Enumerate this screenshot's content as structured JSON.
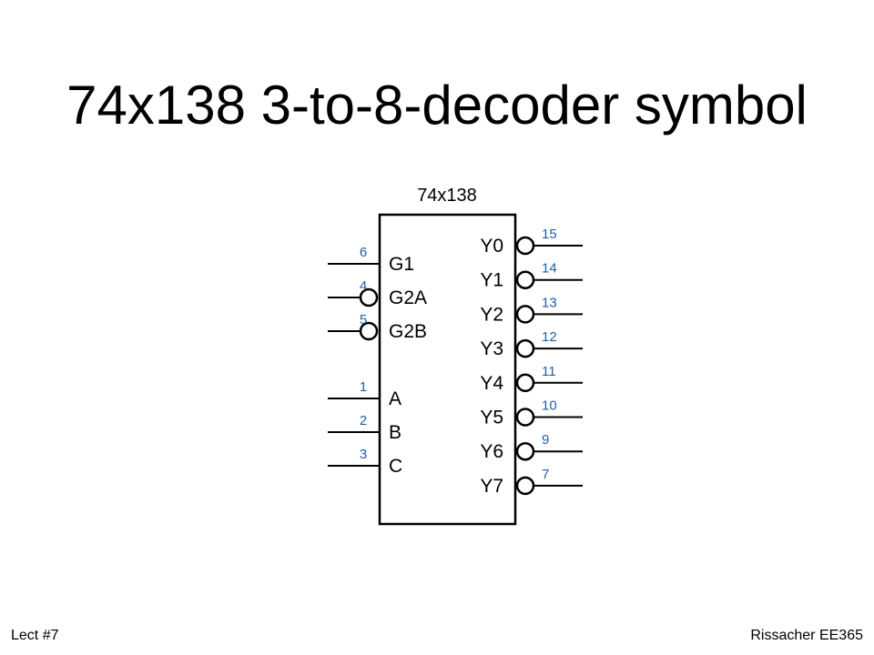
{
  "title": "74x138 3-to-8-decoder symbol",
  "footer": {
    "left": "Lect #7",
    "right": "Rissacher EE365"
  },
  "colors": {
    "pin_number": "#1f5fa8",
    "line": "#000000"
  },
  "chip": {
    "name": "74x138",
    "inputs": [
      {
        "label": "G1",
        "pin": "6",
        "inverted": false
      },
      {
        "label": "G2A",
        "pin": "4",
        "inverted": true
      },
      {
        "label": "G2B",
        "pin": "5",
        "inverted": true
      },
      {
        "label": "A",
        "pin": "1",
        "inverted": false
      },
      {
        "label": "B",
        "pin": "2",
        "inverted": false
      },
      {
        "label": "C",
        "pin": "3",
        "inverted": false
      }
    ],
    "outputs": [
      {
        "label": "Y0",
        "pin": "15",
        "inverted": true
      },
      {
        "label": "Y1",
        "pin": "14",
        "inverted": true
      },
      {
        "label": "Y2",
        "pin": "13",
        "inverted": true
      },
      {
        "label": "Y3",
        "pin": "12",
        "inverted": true
      },
      {
        "label": "Y4",
        "pin": "11",
        "inverted": true
      },
      {
        "label": "Y5",
        "pin": "10",
        "inverted": true
      },
      {
        "label": "Y6",
        "pin": "9",
        "inverted": true
      },
      {
        "label": "Y7",
        "pin": "7",
        "inverted": true
      }
    ]
  }
}
